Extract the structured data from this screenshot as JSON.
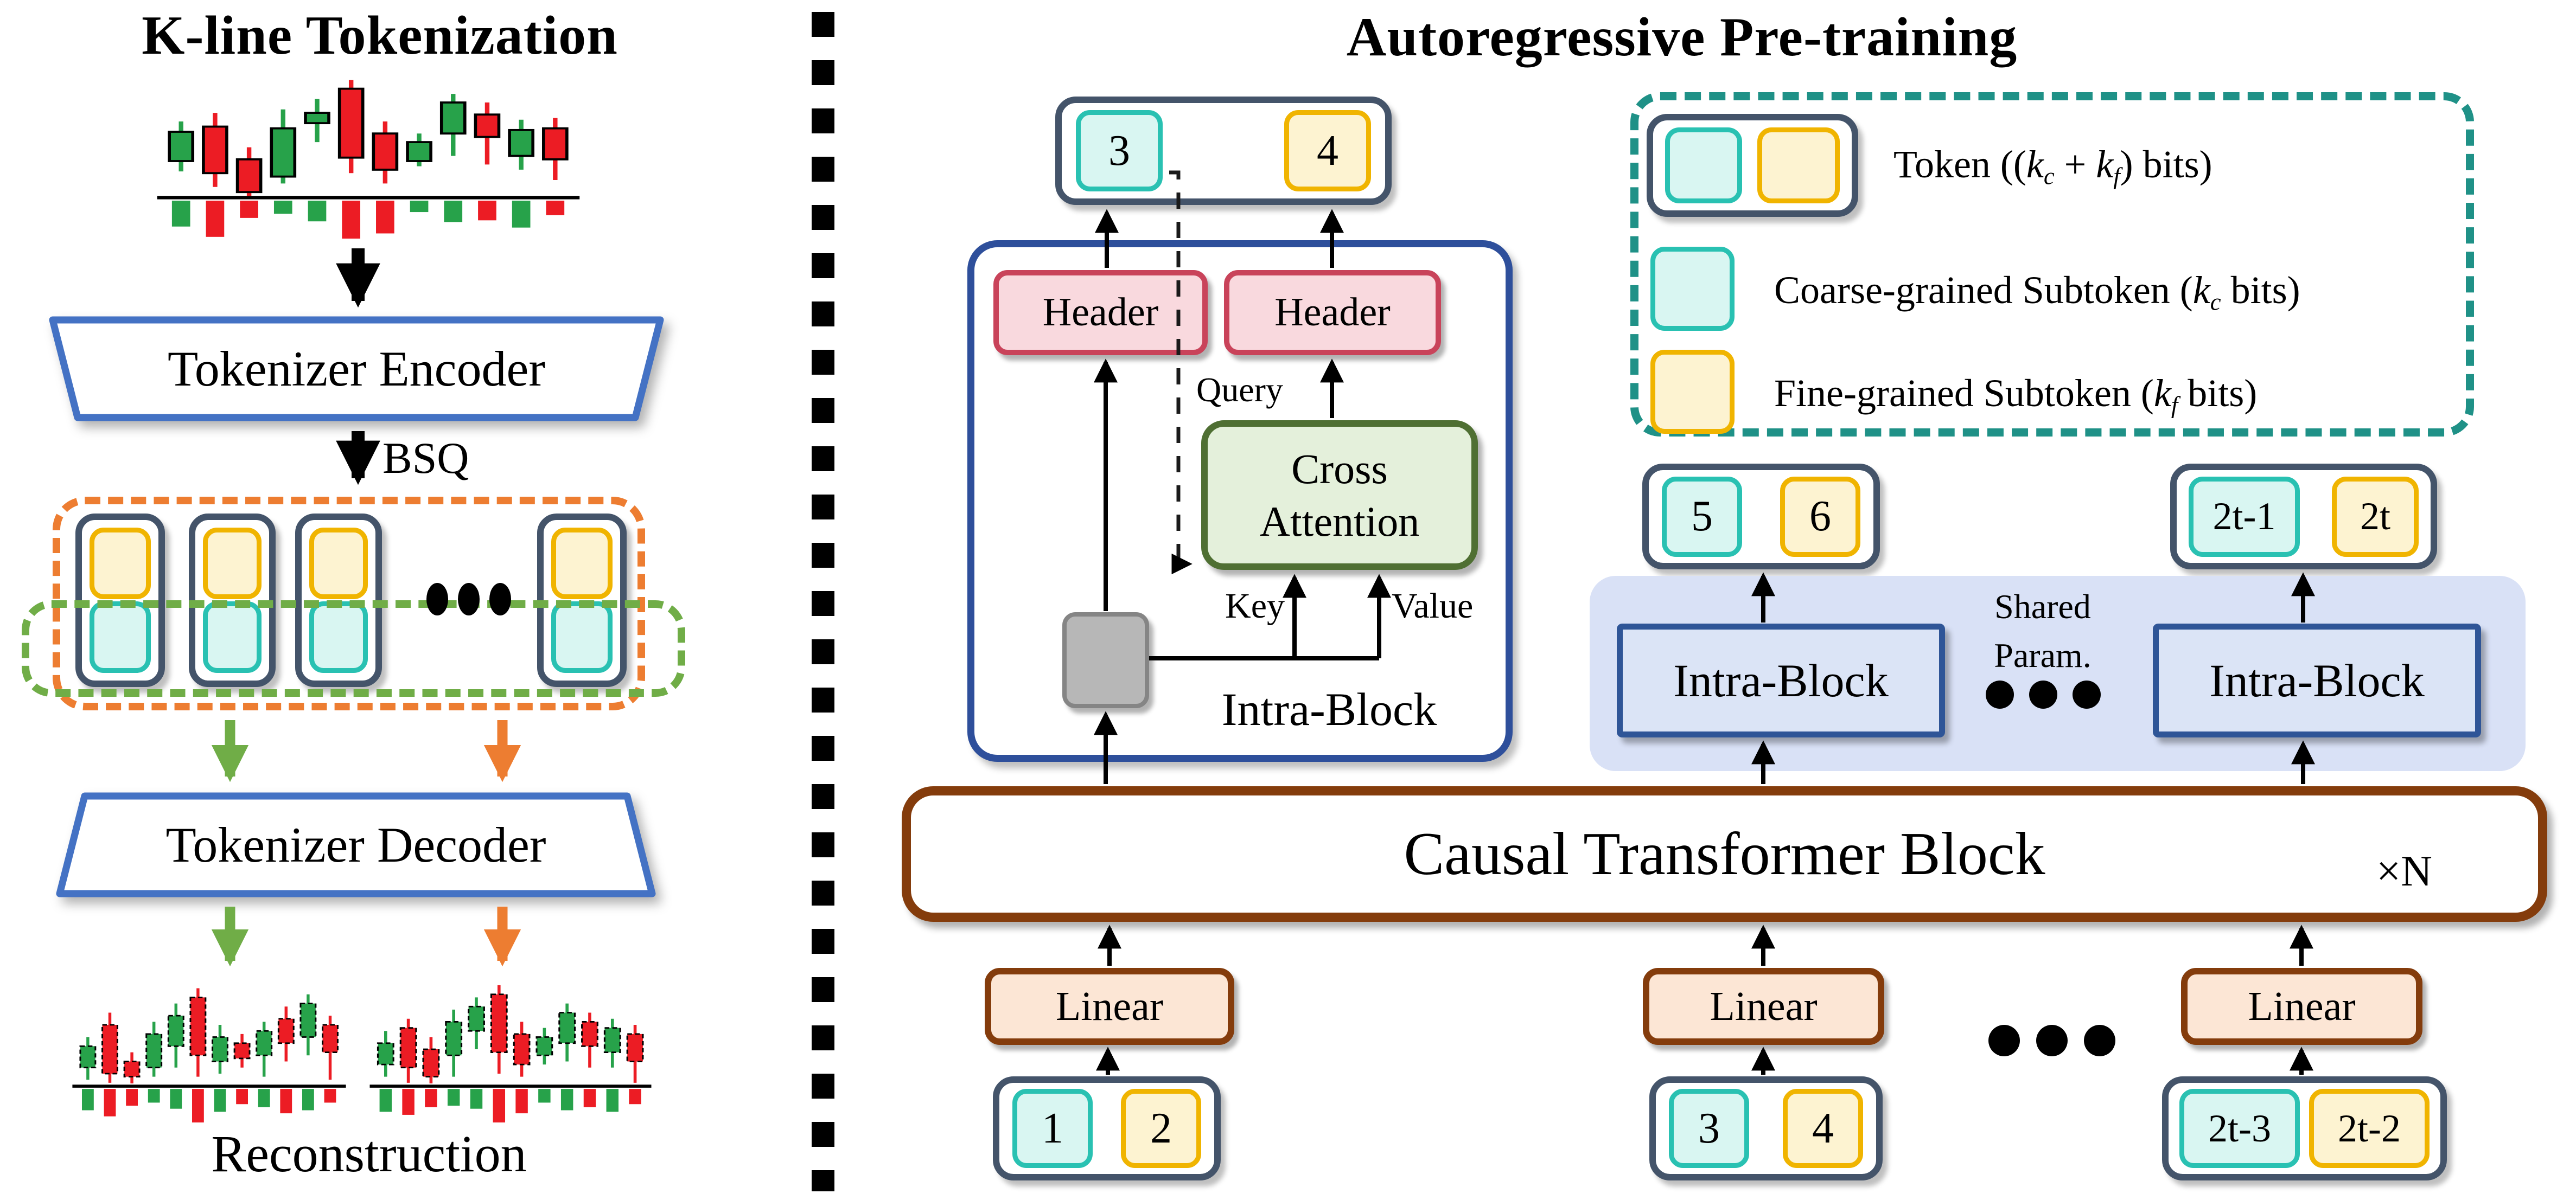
{
  "figure": {
    "left_panel": {
      "title": "K-line Tokenization",
      "encoder_label": "Tokenizer Encoder",
      "bsq_label": "BSQ",
      "decoder_label": "Tokenizer Decoder",
      "reconstruction_label": "Reconstruction"
    },
    "right_panel": {
      "title": "Autoregressive Pre-training",
      "top_token": {
        "coarse": "3",
        "fine": "4"
      },
      "header_label": "Header",
      "query_label": "Query",
      "key_label": "Key",
      "value_label": "Value",
      "cross_attention": {
        "line1": "Cross",
        "line2": "Attention"
      },
      "intra_block_label": "Intra-Block",
      "shared_param": {
        "line1": "Shared",
        "line2": "Param."
      },
      "ctb_label": "Causal Transformer Block",
      "xn_label": "×N",
      "linear_label": "Linear",
      "mid_tokens": [
        {
          "coarse": "5",
          "fine": "6"
        },
        {
          "coarse": "2t-1",
          "fine": "2t"
        }
      ],
      "bottom_tokens": [
        {
          "coarse": "1",
          "fine": "2"
        },
        {
          "coarse": "3",
          "fine": "4"
        },
        {
          "coarse": "2t-3",
          "fine": "2t-2"
        }
      ],
      "legend": {
        "items": [
          {
            "pre": "Token ((",
            "k1": "k",
            "s1": "c",
            "mid": " + ",
            "k2": "k",
            "s2": "f",
            "post": ") bits)"
          },
          {
            "pre": "Coarse-grained Subtoken (",
            "k1": "k",
            "s1": "c",
            "post": " bits)"
          },
          {
            "pre": "Fine-grained Subtoken (",
            "k1": "k",
            "s1": "f",
            "post": " bits)"
          }
        ]
      }
    },
    "colors": {
      "candle_up": "#27a24a",
      "candle_down": "#ec1c24",
      "token_outline_navy": "#44546a",
      "coarse_fill": "#d9f6f2",
      "coarse_border": "#29c1b2",
      "fine_fill": "#fdf3d1",
      "fine_border": "#f0b400",
      "encoder_border_blue": "#4472c4",
      "orange_dash": "#ed7d31",
      "green_dash": "#70ad47",
      "header_fill": "#f9d9de",
      "header_border": "#c9435a",
      "cross_attention_fill": "#e4f0db",
      "cross_attention_border": "#4f6f33",
      "intra_block_container_blue": "#2e4f9b",
      "intra_block_fill": "#dbe4f6",
      "intra_block_border": "#2f5597",
      "lavender_group": "#d9e1f6",
      "ctb_border_brown": "#843c0c",
      "linear_fill": "#fce6d5",
      "legend_dash_teal": "#1f9187"
    },
    "charts": {
      "up": "#27a24a",
      "down": "#ec1c24",
      "main": {
        "candles": [
          [
            "g",
            140,
            170,
            255,
            285,
            75
          ],
          [
            "r",
            115,
            155,
            290,
            330,
            105
          ],
          [
            "r",
            215,
            250,
            345,
            356,
            50
          ],
          [
            "g",
            105,
            160,
            300,
            320,
            38
          ],
          [
            "g",
            75,
            115,
            145,
            200,
            60
          ],
          [
            "r",
            20,
            45,
            245,
            290,
            118
          ],
          [
            "r",
            140,
            175,
            280,
            320,
            95
          ],
          [
            "g",
            175,
            200,
            255,
            270,
            33
          ],
          [
            "g",
            60,
            85,
            175,
            240,
            62
          ],
          [
            "r",
            85,
            120,
            185,
            265,
            57
          ],
          [
            "g",
            135,
            165,
            240,
            280,
            78
          ],
          [
            "r",
            130,
            160,
            250,
            310,
            42
          ]
        ]
      },
      "recon1": {
        "candles": [
          [
            "g",
            200,
            230,
            300,
            340,
            70
          ],
          [
            "r",
            120,
            160,
            320,
            350,
            90
          ],
          [
            "r",
            250,
            280,
            330,
            352,
            55
          ],
          [
            "g",
            150,
            190,
            300,
            330,
            45
          ],
          [
            "g",
            90,
            130,
            230,
            300,
            65
          ],
          [
            "r",
            40,
            70,
            260,
            330,
            110
          ],
          [
            "g",
            160,
            200,
            280,
            320,
            75
          ],
          [
            "r",
            190,
            220,
            270,
            300,
            50
          ],
          [
            "g",
            150,
            180,
            260,
            330,
            60
          ],
          [
            "r",
            100,
            140,
            220,
            280,
            80
          ],
          [
            "g",
            60,
            90,
            200,
            260,
            70
          ],
          [
            "r",
            130,
            160,
            250,
            340,
            45
          ]
        ]
      },
      "recon2": {
        "candles": [
          [
            "g",
            180,
            220,
            290,
            330,
            75
          ],
          [
            "r",
            140,
            170,
            300,
            350,
            85
          ],
          [
            "r",
            200,
            240,
            330,
            352,
            60
          ],
          [
            "g",
            110,
            150,
            260,
            330,
            55
          ],
          [
            "g",
            70,
            100,
            180,
            240,
            65
          ],
          [
            "r",
            30,
            60,
            250,
            320,
            115
          ],
          [
            "r",
            150,
            190,
            290,
            330,
            80
          ],
          [
            "g",
            170,
            200,
            260,
            290,
            45
          ],
          [
            "g",
            90,
            120,
            220,
            280,
            70
          ],
          [
            "r",
            120,
            150,
            230,
            300,
            60
          ],
          [
            "g",
            140,
            170,
            250,
            300,
            75
          ],
          [
            "r",
            160,
            190,
            280,
            350,
            50
          ]
        ]
      }
    }
  }
}
